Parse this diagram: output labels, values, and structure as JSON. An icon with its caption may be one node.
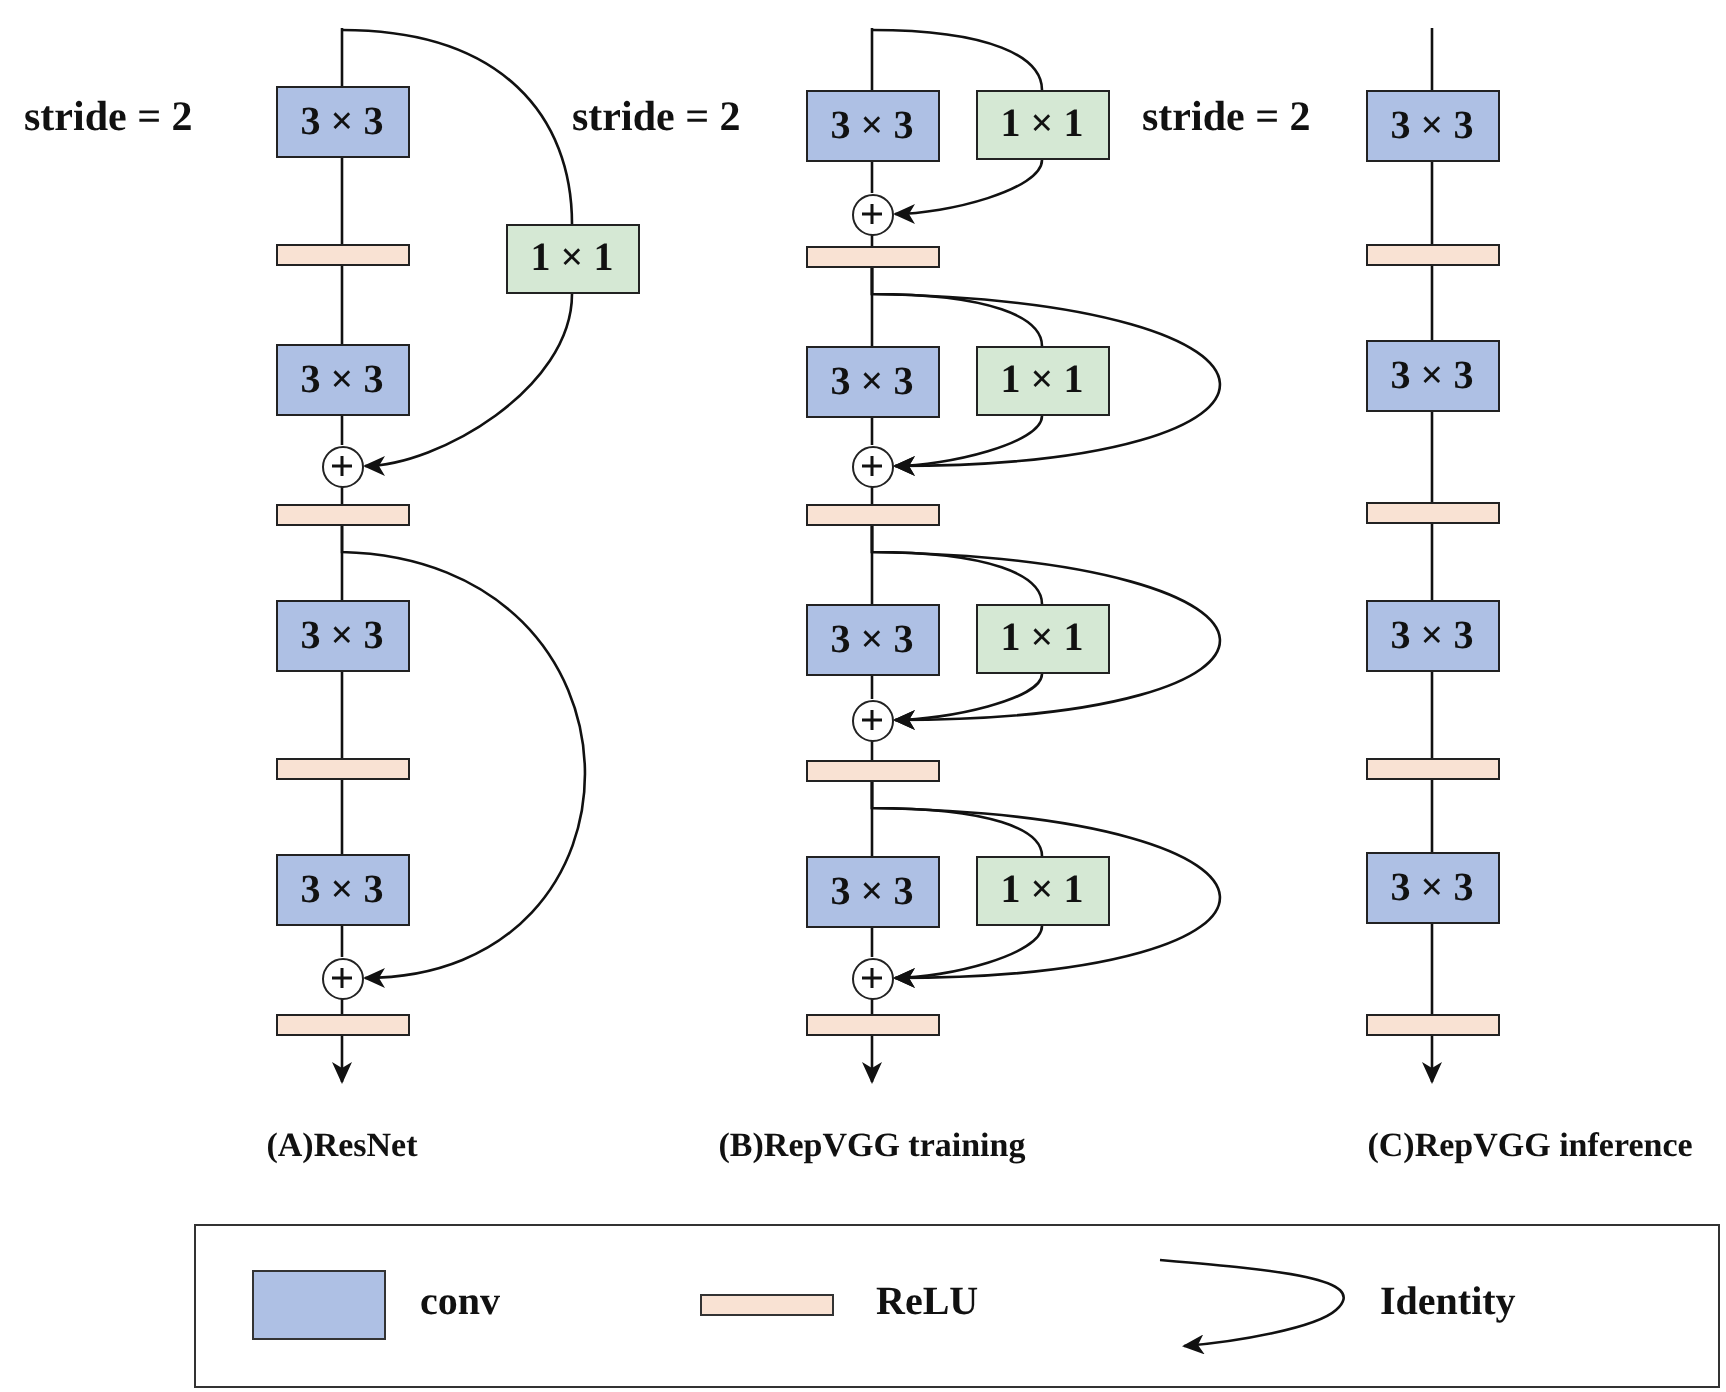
{
  "diagram": {
    "nodes": [
      {
        "text": [
          "3 × 3"
        ]
      },
      {
        "text": [],
        "shape": "bar"
      },
      {
        "text": [
          "1 × 1"
        ]
      },
      {
        "text": [
          "3 × 3"
        ]
      },
      {
        "text": [],
        "shape": "circle"
      },
      {
        "text": [],
        "shape": "bar"
      },
      {
        "text": [
          "3 × 3"
        ]
      },
      {
        "text": [],
        "shape": "bar"
      },
      {
        "text": [
          "3 × 3"
        ]
      },
      {
        "text": [],
        "shape": "circle"
      },
      {
        "text": [],
        "shape": "bar"
      },
      {
        "text": [
          "3 × 3"
        ]
      },
      {
        "text": [
          "1 × 1"
        ]
      },
      {
        "text": [],
        "shape": "circle"
      },
      {
        "text": [],
        "shape": "bar"
      },
      {
        "text": [
          "3 × 3"
        ]
      },
      {
        "text": [
          "1 × 1"
        ]
      },
      {
        "text": [],
        "shape": "circle"
      },
      {
        "text": [],
        "shape": "bar"
      },
      {
        "text": [
          "3 × 3"
        ]
      },
      {
        "text": [
          "1 × 1"
        ]
      },
      {
        "text": [],
        "shape": "circle"
      },
      {
        "text": [],
        "shape": "bar"
      },
      {
        "text": [
          "3 × 3"
        ]
      },
      {
        "text": [
          "1 × 1"
        ]
      },
      {
        "text": [],
        "shape": "circle"
      },
      {
        "text": [],
        "shape": "bar"
      },
      {
        "text": [
          "3 × 3"
        ]
      },
      {
        "text": [],
        "shape": "bar"
      },
      {
        "text": [
          "3 × 3"
        ]
      },
      {
        "text": [],
        "shape": "bar"
      },
      {
        "text": [
          "3 × 3"
        ]
      },
      {
        "text": [],
        "shape": "bar"
      },
      {
        "text": [
          "3 × 3"
        ]
      },
      {
        "text": [],
        "shape": "bar"
      }
    ],
    "edges": [
      {
        "from": null,
        "to": 0,
        "arrow": "none"
      },
      {
        "from": 0,
        "to": 1,
        "arrow": "none"
      },
      {
        "from": 1,
        "to": 3,
        "arrow": "none"
      },
      {
        "from": 3,
        "to": 4,
        "arrow": "none"
      },
      {
        "from": 4,
        "to": 5,
        "arrow": "none"
      },
      {
        "from": 5,
        "to": 6,
        "arrow": "none"
      },
      {
        "from": 6,
        "to": 7,
        "arrow": "none"
      },
      {
        "from": 7,
        "to": 8,
        "arrow": "none"
      },
      {
        "from": 8,
        "to": 9,
        "arrow": "none"
      },
      {
        "from": 9,
        "to": 10,
        "arrow": "none"
      },
      {
        "from": 10,
        "to": null,
        "arrow": "to"
      },
      {
        "from": null,
        "to": 2,
        "arrow": "none"
      },
      {
        "from": 2,
        "to": 4,
        "arrow": "to"
      },
      {
        "from": 5,
        "to": 9,
        "arrow": "to"
      },
      {
        "from": null,
        "to": 11,
        "arrow": "none"
      },
      {
        "from": 11,
        "to": 13,
        "arrow": "none"
      },
      {
        "from": 13,
        "to": 14,
        "arrow": "none"
      },
      {
        "from": 14,
        "to": 15,
        "arrow": "none"
      },
      {
        "from": 15,
        "to": 17,
        "arrow": "none"
      },
      {
        "from": 17,
        "to": 18,
        "arrow": "none"
      },
      {
        "from": 18,
        "to": 19,
        "arrow": "none"
      },
      {
        "from": 19,
        "to": 21,
        "arrow": "none"
      },
      {
        "from": 21,
        "to": 22,
        "arrow": "none"
      },
      {
        "from": 22,
        "to": 23,
        "arrow": "none"
      },
      {
        "from": 23,
        "to": 25,
        "arrow": "none"
      },
      {
        "from": 25,
        "to": 26,
        "arrow": "none"
      },
      {
        "from": 26,
        "to": null,
        "arrow": "to"
      },
      {
        "from": null,
        "to": 12,
        "arrow": "none"
      },
      {
        "from": 12,
        "to": 13,
        "arrow": "to"
      },
      {
        "from": 14,
        "to": 16,
        "arrow": "none"
      },
      {
        "from": 16,
        "to": 17,
        "arrow": "to"
      },
      {
        "from": 14,
        "to": 17,
        "arrow": "to"
      },
      {
        "from": 18,
        "to": 20,
        "arrow": "none"
      },
      {
        "from": 20,
        "to": 21,
        "arrow": "to"
      },
      {
        "from": 18,
        "to": 21,
        "arrow": "to"
      },
      {
        "from": 22,
        "to": 24,
        "arrow": "none"
      },
      {
        "from": 24,
        "to": 25,
        "arrow": "to"
      },
      {
        "from": 22,
        "to": 25,
        "arrow": "to"
      },
      {
        "from": null,
        "to": 27,
        "arrow": "none"
      },
      {
        "from": 27,
        "to": 28,
        "arrow": "none"
      },
      {
        "from": 28,
        "to": 29,
        "arrow": "none"
      },
      {
        "from": 29,
        "to": 30,
        "arrow": "none"
      },
      {
        "from": 30,
        "to": 31,
        "arrow": "none"
      },
      {
        "from": 31,
        "to": 32,
        "arrow": "none"
      },
      {
        "from": 32,
        "to": 33,
        "arrow": "none"
      },
      {
        "from": 33,
        "to": 34,
        "arrow": "none"
      },
      {
        "from": 34,
        "to": null,
        "arrow": "to"
      }
    ],
    "labels": [
      "stride = 2",
      "stride = 2",
      "stride = 2",
      "(A)ResNet",
      "(B)RepVGG training",
      "(C)RepVGG inference"
    ],
    "legend": [
      {
        "text": "conv",
        "color": "#aec0e4"
      },
      {
        "text": "ReLU",
        "color": "#f9e2d3"
      },
      {
        "text": "Identity"
      }
    ]
  }
}
